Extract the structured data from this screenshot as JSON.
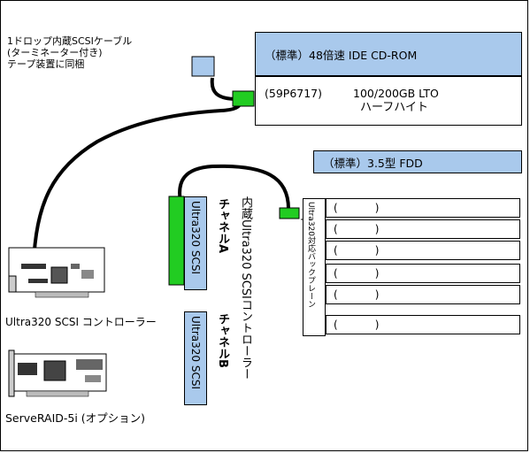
{
  "cable_label": [
    "1ドロップ内蔵SCSIケーブル",
    "(ターミネーター付き)",
    "テープ装置に同梱"
  ],
  "cdrom_label": "（標準）48倍速 IDE CD-ROM",
  "tape": {
    "part": "(59P6717)",
    "line1": "100/200GB LTO",
    "line2": "ハーフハイト"
  },
  "fdd_label": "（標準）3.5型 FDD",
  "backplane_label": "Ultra320対応バックプレーン",
  "backplane_slots": [
    {
      "open": "(",
      "close": ")"
    },
    {
      "open": "(",
      "close": ")"
    },
    {
      "open": "(",
      "close": ")"
    },
    {
      "open": "(",
      "close": ")"
    },
    {
      "open": "(",
      "close": ")"
    },
    {
      "open": "(",
      "close": ")"
    }
  ],
  "internal_controller_label": "内蔵Ultra320 SCSIコントローラー",
  "channel_a": {
    "name": "チャネルA",
    "connector": "Ultra320 SCSI"
  },
  "channel_b": {
    "name": "チャネルB",
    "connector": "Ultra320 SCSI"
  },
  "controller_card_label": "Ultra320 SCSI コントローラー",
  "raid_card_label": "ServeRAID-5i (オプション)",
  "colors": {
    "bay": "#a9c9ec",
    "connector_green": "#22cc22",
    "cable": "#000000"
  }
}
